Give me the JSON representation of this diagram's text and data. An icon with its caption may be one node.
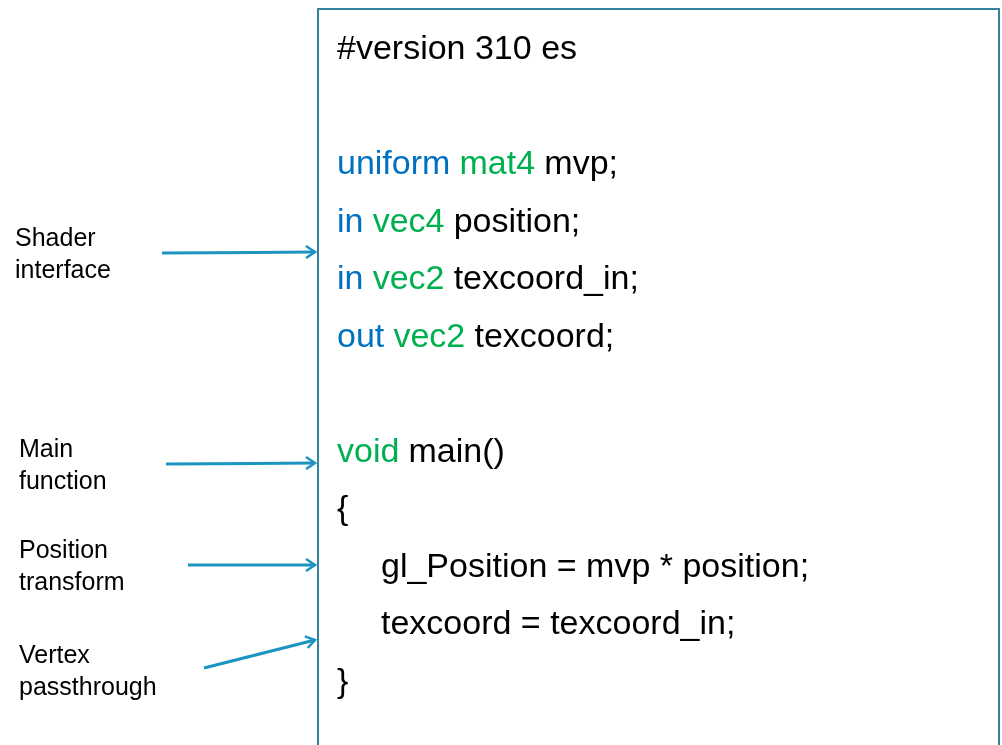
{
  "diagram": {
    "nodes": [
      {
        "text": [
          "Shader interface"
        ]
      },
      {
        "text": [
          "Main function"
        ]
      },
      {
        "text": [
          "Position transform"
        ]
      },
      {
        "text": [
          "Vertex passthrough"
        ]
      },
      {
        "text": [
          "#version 310 es",
          "uniform",
          "mat4",
          "mvp;",
          "in",
          "vec4",
          "position;",
          "in",
          "vec2",
          "texcoord_in;",
          "out",
          "vec2",
          "texcoord;",
          "void",
          "main()",
          "{",
          "gl_Position = mvp * position;",
          "texcoord = texcoord_in;",
          "}"
        ]
      }
    ],
    "edges": [
      {
        "from": 0,
        "to": 4,
        "arrow": "to"
      },
      {
        "from": 1,
        "to": 4,
        "arrow": "to"
      },
      {
        "from": 2,
        "to": 4,
        "arrow": "to"
      },
      {
        "from": 3,
        "to": 4,
        "arrow": "to"
      }
    ]
  }
}
